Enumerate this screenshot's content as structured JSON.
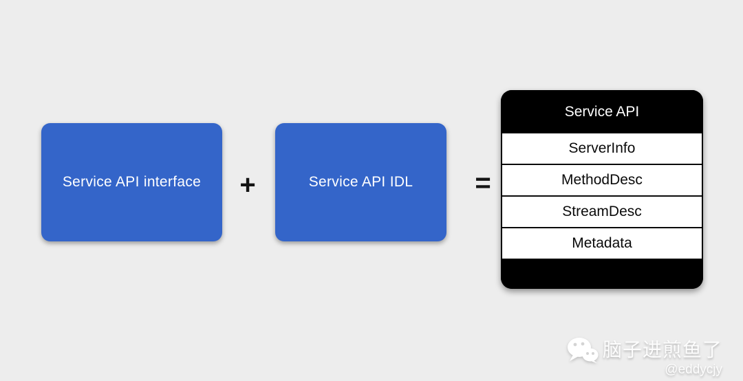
{
  "colors": {
    "background": "#ededed",
    "box_blue": "#3465c9",
    "box_black": "#000000",
    "text_white": "#ffffff",
    "text_black": "#0a0a0a"
  },
  "diagram": {
    "left_box": {
      "label": "Service API interface"
    },
    "plus_sign": "+",
    "middle_box": {
      "label": "Service API IDL"
    },
    "equals_sign": "=",
    "result_box": {
      "header": "Service API",
      "rows": [
        "ServerInfo",
        "MethodDesc",
        "StreamDesc",
        "Metadata"
      ]
    }
  },
  "watermark": {
    "icon": "wechat-icon",
    "name": "脑子进煎鱼了",
    "handle": "@eddycjy"
  }
}
